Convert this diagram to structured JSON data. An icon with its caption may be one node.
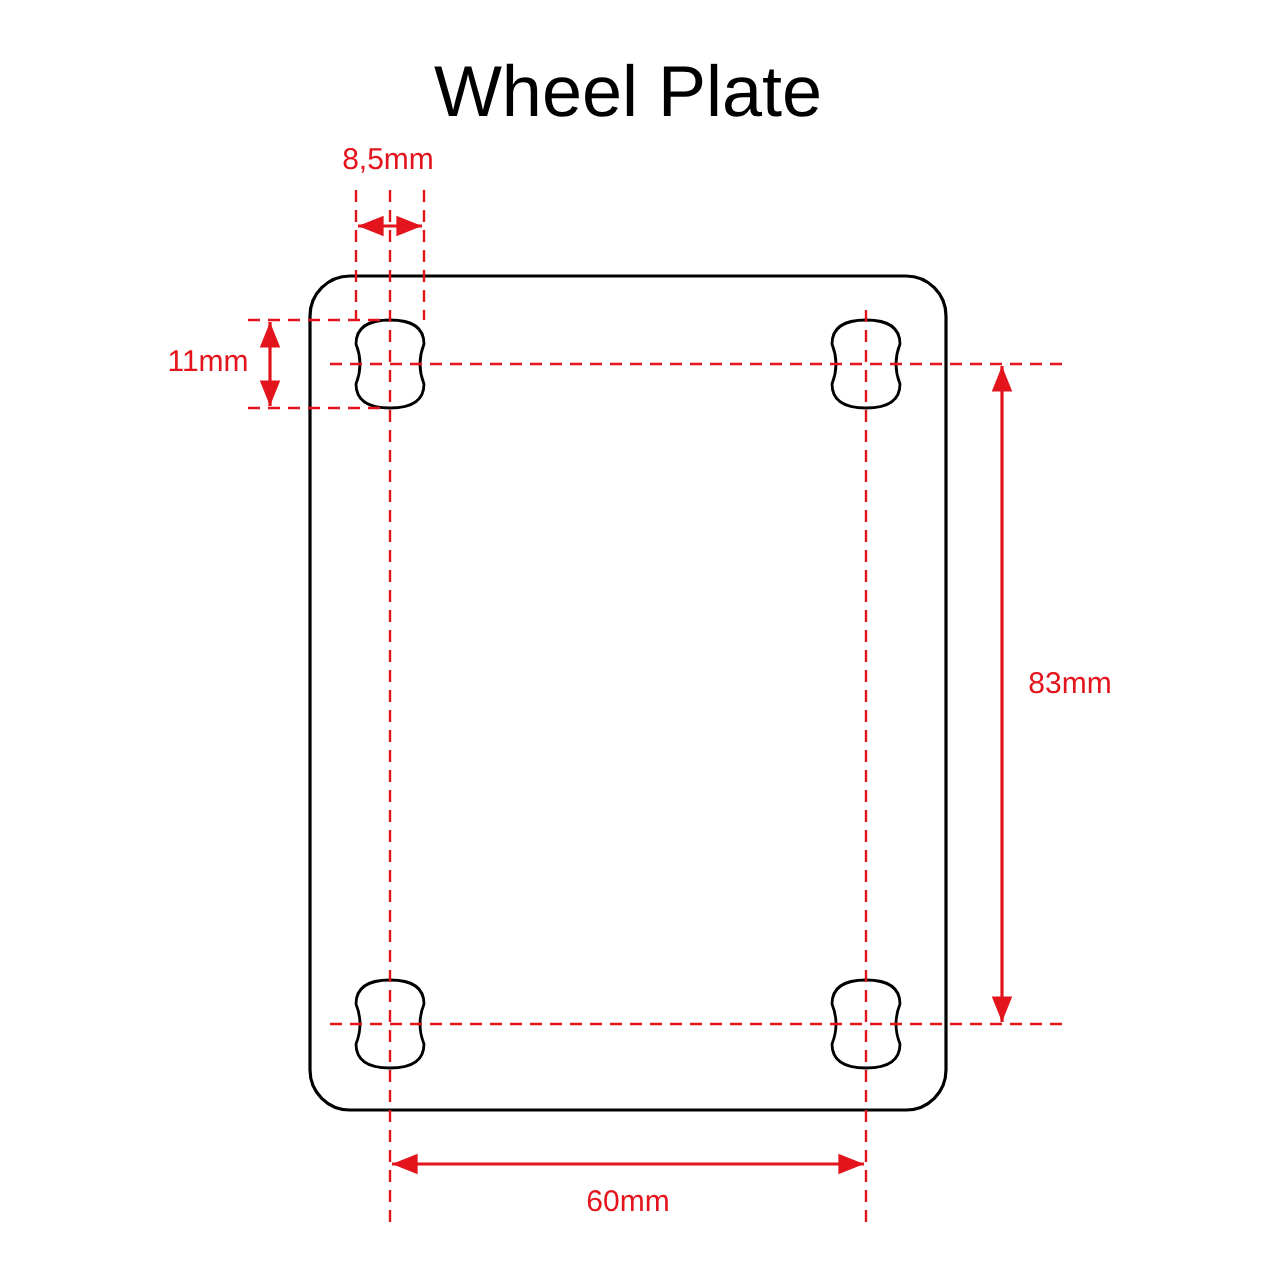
{
  "diagram": {
    "title": "Wheel Plate",
    "labels": [
      "8,5mm",
      "11mm",
      "83mm",
      "60mm"
    ]
  }
}
